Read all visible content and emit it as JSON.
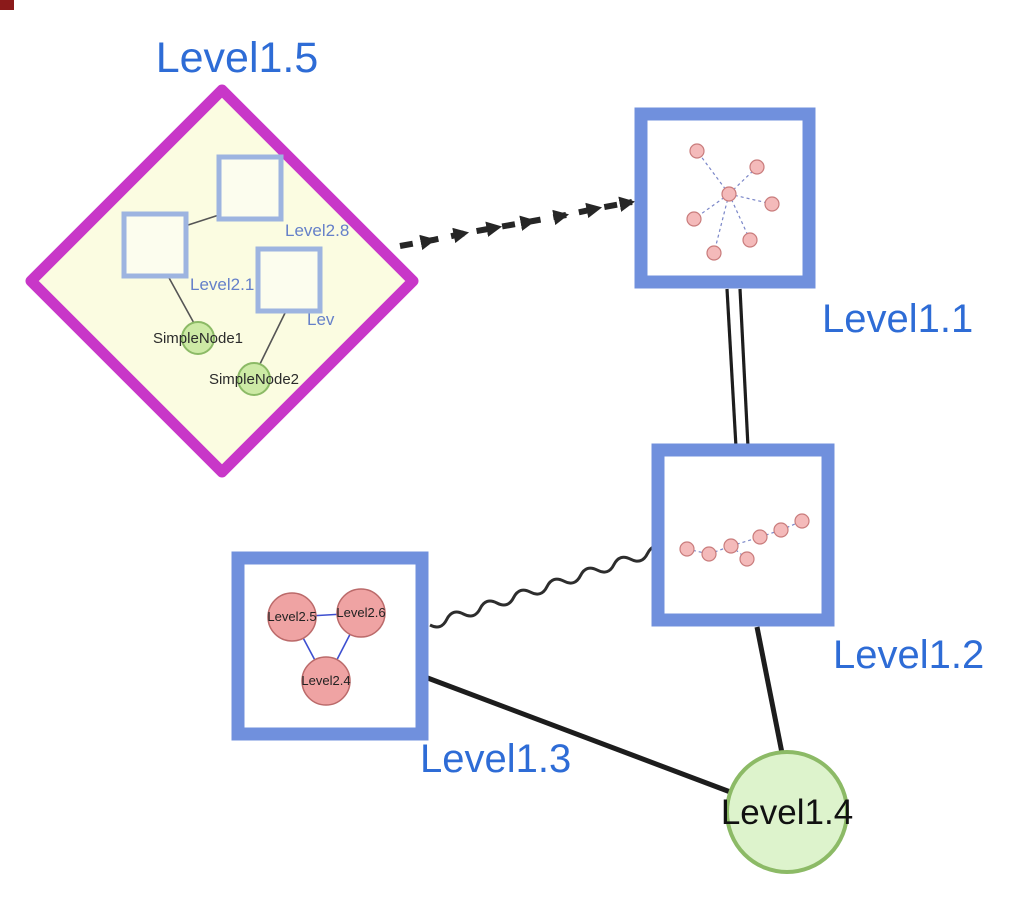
{
  "diagram": {
    "groups": {
      "level15": {
        "label": "Level1.5",
        "shape": "diamond",
        "border_color": "#c837c8",
        "fill_color": "#fbfce1",
        "children": {
          "level28": {
            "label": "Level2.8",
            "shape": "square"
          },
          "level21": {
            "label": "Level2.1",
            "shape": "square"
          },
          "lev": {
            "label": "Lev",
            "shape": "square"
          },
          "simplenode1": {
            "label": "SimpleNode1",
            "shape": "circle"
          },
          "simplenode2": {
            "label": "SimpleNode2",
            "shape": "circle"
          }
        },
        "inner_edges": [
          {
            "from": "Level2.1",
            "to": "Level2.8"
          },
          {
            "from": "Level2.1",
            "to": "SimpleNode1"
          },
          {
            "from": "Lev",
            "to": "SimpleNode2"
          }
        ]
      }
    },
    "nodes": {
      "level11": {
        "label": "Level1.1",
        "shape": "square",
        "content": "mini-graph"
      },
      "level12": {
        "label": "Level1.2",
        "shape": "square",
        "content": "mini-graph"
      },
      "level13": {
        "label": "Level1.3",
        "shape": "square",
        "children": {
          "level25": {
            "label": "Level2.5"
          },
          "level26": {
            "label": "Level2.6"
          },
          "level24": {
            "label": "Level2.4"
          }
        }
      },
      "level14": {
        "label": "Level1.4",
        "shape": "circle",
        "fill_color": "#ddf3cc",
        "border_color": "#8cba66"
      }
    },
    "edges": [
      {
        "from": "Level1.5",
        "to": "Level1.1",
        "style": "dashed-arrow-chain"
      },
      {
        "from": "Level1.1",
        "to": "Level1.2",
        "style": "double-line"
      },
      {
        "from": "Level1.3",
        "to": "Level1.2",
        "style": "wavy"
      },
      {
        "from": "Level1.3",
        "to": "Level1.4",
        "style": "solid"
      },
      {
        "from": "Level1.2",
        "to": "Level1.4",
        "style": "solid"
      }
    ],
    "colors": {
      "label_blue": "#2e6cd6",
      "box_border_blue": "#7090dd",
      "diamond_magenta": "#c837c8",
      "pale_yellow": "#fbfce1",
      "green_fill": "#cdeaa5",
      "pink_fill": "#f4baba",
      "edge_black": "#1d1d1d"
    }
  }
}
